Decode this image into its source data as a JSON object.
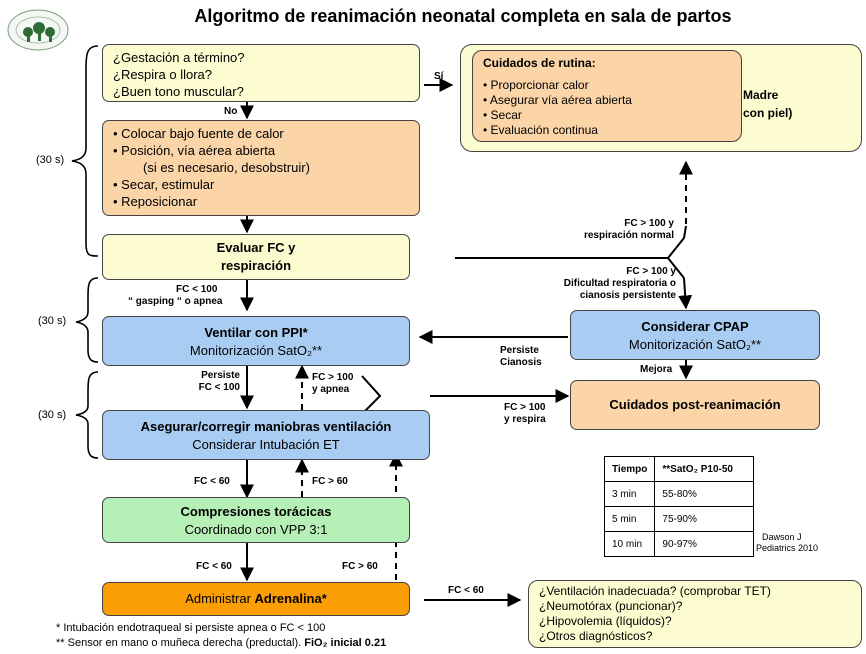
{
  "title": "Algoritmo de reanimación neonatal completa en sala de partos",
  "boxes": {
    "assessment": [
      "¿Gestación a término?",
      "¿Respira o llora?",
      "¿Buen tono muscular?"
    ],
    "routine_title": "Cuidados de rutina:",
    "routine_items": [
      "• Proporcionar calor",
      "• Asegurar vía aérea abierta",
      "• Secar",
      "• Evaluación continua"
    ],
    "mother_line1": "Madre",
    "mother_line2": "con piel)",
    "initial_steps": [
      "• Colocar bajo fuente de calor",
      "• Posición, vía aérea abierta",
      "(si es necesario, desobstruir)",
      "• Secar, estimular",
      "• Reposicionar"
    ],
    "evaluate_line1": "Evaluar FC y",
    "evaluate_line2": "respiración",
    "ventilate_title": "Ventilar con PPI*",
    "ventilate_sub": "Monitorización SatO₂**",
    "cpap_title": "Considerar CPAP",
    "cpap_sub": "Monitorización SatO₂**",
    "post_care": "Cuidados post-reanimación",
    "ensure_title": "Asegurar/corregir maniobras ventilación",
    "ensure_sub": "Considerar Intubación ET",
    "compressions_title": "Compresiones torácicas",
    "compressions_sub": "Coordinado con VPP 3:1",
    "adrenaline_prefix": "Administrar ",
    "adrenaline_bold": "Adrenalina*",
    "differential": [
      "¿Ventilación inadecuada? (comprobar TET)",
      "¿Neumotórax (puncionar)?",
      "¿Hipovolemia (líquidos)?",
      "¿Otros diagnósticos?"
    ]
  },
  "labels": {
    "si": "Sí",
    "no": "No",
    "fc_lt_100": "FC < 100",
    "gasping": "“ gasping “ o apnea",
    "fc_gt_100_normal_1": "FC > 100 y",
    "fc_gt_100_normal_2": "respiración normal",
    "fc_gt_100_dif_1": "FC > 100 y",
    "fc_gt_100_dif_2": "Dificultad respiratoria o",
    "fc_gt_100_dif_3": "cianosis persistente",
    "persiste_cianosis_1": "Persiste",
    "persiste_cianosis_2": "Cianosis",
    "mejora": "Mejora",
    "persiste_fc_1": "Persiste",
    "persiste_fc_2": "FC < 100",
    "fc_gt_100_apnea_1": "FC > 100",
    "fc_gt_100_apnea_2": "y apnea",
    "fc_gt_100_respira_1": "FC > 100",
    "fc_gt_100_respira_2": "y respira",
    "fc_lt_60_a": "FC < 60",
    "fc_gt_60_a": "FC > 60",
    "fc_lt_60_b": "FC < 60",
    "fc_gt_60_b": "FC > 60",
    "fc_lt_60_c": "FC < 60",
    "time_30s_1": "(30 s)",
    "time_30s_2": "(30 s)",
    "time_30s_3": "(30 s)"
  },
  "sat_table": {
    "headers": [
      "Tiempo",
      "**SatO₂  P10-50"
    ],
    "rows": [
      [
        "3 min",
        "55-80%"
      ],
      [
        "5 min",
        "75-90%"
      ],
      [
        "10 min",
        "90-97%"
      ]
    ]
  },
  "citation": {
    "author": "Dawson J",
    "journal": "Pediatrics 2010"
  },
  "footnotes": {
    "note1": "* Intubación endotraqueal si persiste apnea o FC < 100",
    "note2_prefix": "** Sensor en mano o muñeca derecha (preductal). ",
    "note2_bold": "FiO₂ inicial 0.21"
  }
}
